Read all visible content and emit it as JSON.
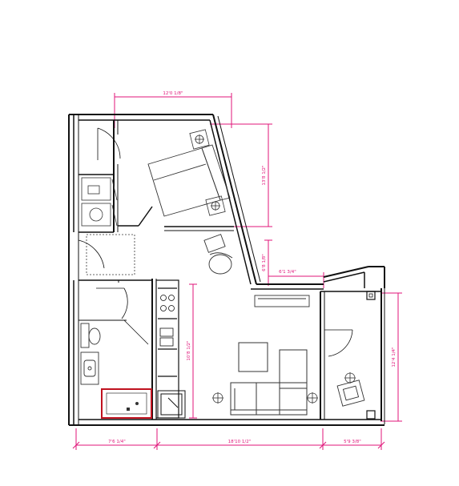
{
  "plan": {
    "colors": {
      "dimension": "#e0157a",
      "wall": "#111111",
      "fixture": "#333333",
      "highlight": "#c0121f"
    },
    "dimensions": {
      "bedroom_width": "12'0 1/8\"",
      "bedroom_depth": "13'8 1/2\"",
      "hall_gap": "6'8 1/8\"",
      "window_offset": "6'1 3/4\"",
      "kitchen_run": "10'8 1/2\"",
      "balcony_depth": "12'4 1/4\"",
      "bottom_left": "7'6 1/4\"",
      "bottom_middle": "18'10 1/2\"",
      "bottom_right": "5'9 3/8\""
    }
  }
}
